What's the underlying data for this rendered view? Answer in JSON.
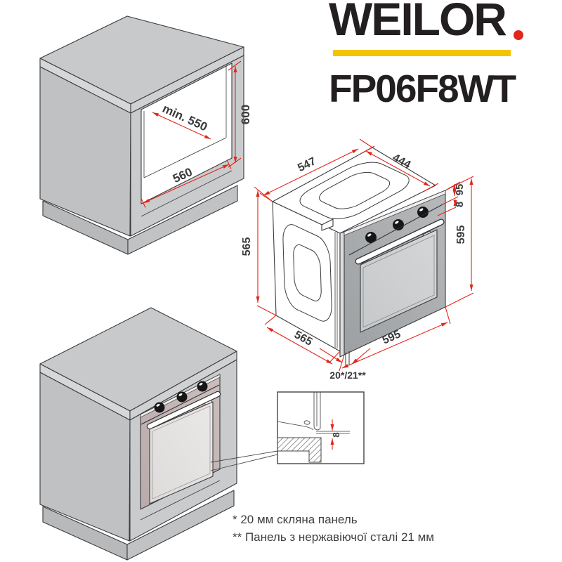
{
  "brand": {
    "logo": "WEILOR",
    "model": "FP06F8WT"
  },
  "palette": {
    "accent_yellow": "#f2c500",
    "accent_red": "#e2261b",
    "dimension_red": "#e2261b",
    "ink": "#3a3a3c",
    "cabinet_gray": "#c7c9cb"
  },
  "cutout": {
    "niche_depth": "min. 550",
    "niche_width": "560",
    "niche_height": "600"
  },
  "oven": {
    "top_depth": "547",
    "top_width": "444",
    "lip": "8",
    "panel_height": "95",
    "front_height": "595",
    "body_height": "565",
    "body_depth": "565",
    "front_width": "595",
    "facade_thickness": "20*/21**"
  },
  "detail": {
    "gap": "8"
  },
  "footnotes": [
    "* 20 мм скляна панель",
    "** Панель з нержавіючої сталі 21 мм"
  ]
}
